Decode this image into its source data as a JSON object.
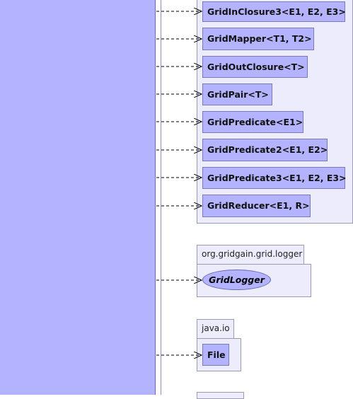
{
  "packages": [
    {
      "id": "lang",
      "name": "",
      "classes": [
        "GridInClosure3<E1, E2, E3>",
        "GridMapper<T1, T2>",
        "GridOutClosure<T>",
        "GridPair<T>",
        "GridPredicate<E1>",
        "GridPredicate2<E1, E2>",
        "GridPredicate3<E1, E2, E3>",
        "GridReducer<E1, R>"
      ]
    },
    {
      "id": "logger",
      "name": "org.gridgain.grid.logger",
      "interface": "GridLogger"
    },
    {
      "id": "io",
      "name": "java.io",
      "classes": [
        "File"
      ]
    }
  ],
  "colors": {
    "class_fill": "#b3b3ff",
    "package_fill": "#ececfc",
    "package_border": "#9a9ab0"
  },
  "edges": {
    "style": "dashed-dependency",
    "source": "large-class-left",
    "targets": [
      "GridInClosure3<E1, E2, E3>",
      "GridMapper<T1, T2>",
      "GridOutClosure<T>",
      "GridPair<T>",
      "GridPredicate<E1>",
      "GridPredicate2<E1, E2>",
      "GridPredicate3<E1, E2, E3>",
      "GridReducer<E1, R>",
      "GridLogger",
      "File"
    ]
  }
}
